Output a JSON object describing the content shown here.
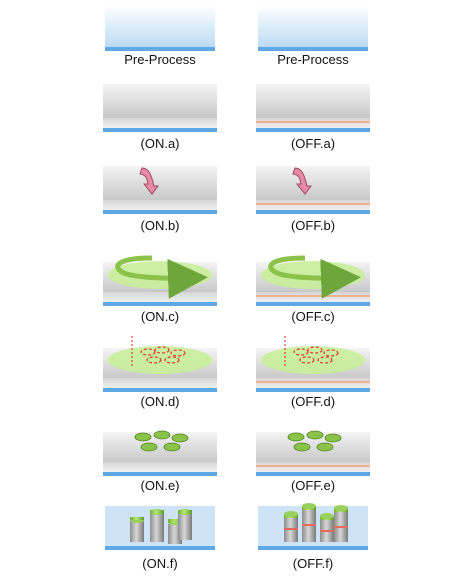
{
  "columns": [
    {
      "captions": [
        "Pre-Process",
        "(ON.a)",
        "(ON.b)",
        "(ON.c)",
        "(ON.d)",
        "(ON.e)",
        "(ON.f)"
      ]
    },
    {
      "captions": [
        "Pre-Process",
        "(OFF.a)",
        "(OFF.b)",
        "(OFF.c)",
        "(OFF.d)",
        "(OFF.e)",
        "(OFF.f)"
      ]
    }
  ],
  "colors": {
    "substrate_blue": "#5fa8e8",
    "coating_green": "#c9ee9a",
    "arrow_pink": "#e68aa8",
    "arrow_green": "#8bc34a",
    "ring_red": "#e0453a",
    "offset_stripe": "#f0b090"
  }
}
